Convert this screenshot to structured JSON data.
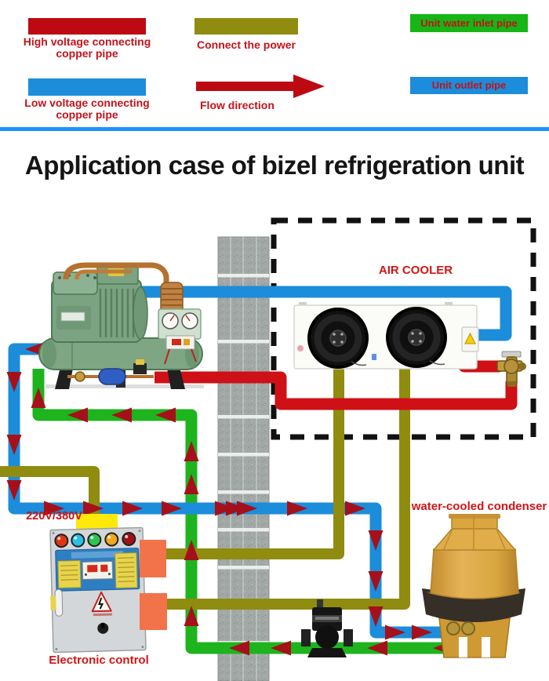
{
  "legend": {
    "high_voltage": {
      "label": "High voltage connecting copper pipe",
      "color": "#bd0a12"
    },
    "connect_power": {
      "label": "Connect the power",
      "color": "#8f8c10"
    },
    "water_inlet": {
      "label": "Unit water inlet pipe",
      "color": "#16b616"
    },
    "low_voltage": {
      "label": "Low voltage connecting copper pipe",
      "color": "#1b8ddb"
    },
    "flow_direction": {
      "label": "Flow direction",
      "color": "#bd0a12"
    },
    "unit_outlet": {
      "label": "Unit outlet pipe",
      "color": "#1b8ddb"
    }
  },
  "title": "Application case of bizel refrigeration unit",
  "diagram": {
    "air_cooler_label": "AIR COOLER",
    "voltage_label": "220V/380V",
    "electronic_control_label": "Electronic control",
    "condenser_label": "water-cooled condenser"
  },
  "colors": {
    "pipe_red": "#cf1016",
    "pipe_blue": "#1b8ddb",
    "pipe_green": "#1db41d",
    "pipe_olive": "#8f8c10",
    "flow_arrow": "#a6101a",
    "divider_blue": "#1e90ff",
    "label_red": "#d41414"
  }
}
